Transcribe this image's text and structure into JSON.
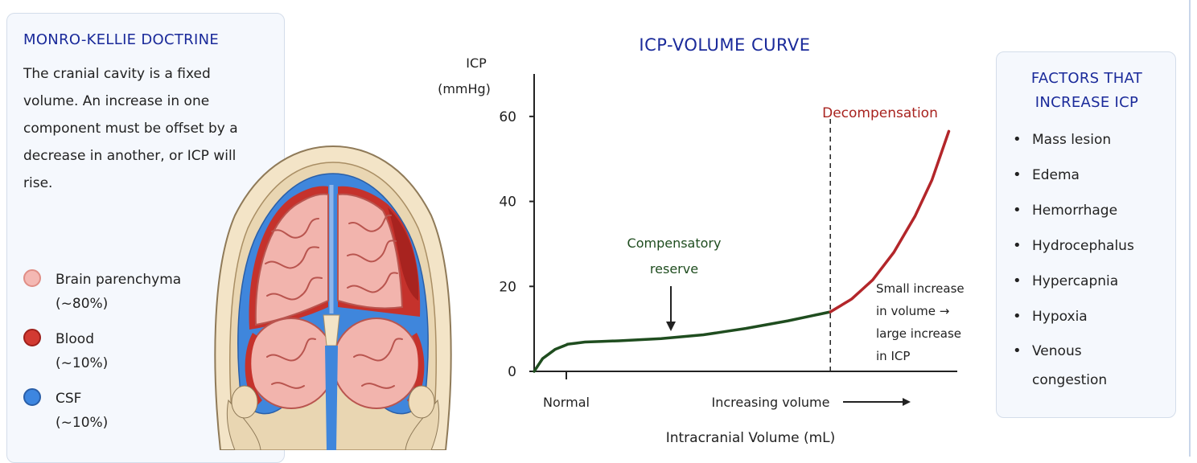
{
  "left_panel": {
    "title": "MONRO-KELLIE DOCTRINE",
    "description": "The cranial cavity is a fixed volume. An increase in one component must be offset by a decrease in another, or ICP will rise.",
    "legend": [
      {
        "label": "Brain parenchyma",
        "share": "(~80%)",
        "color": "#f4b8b3"
      },
      {
        "label": "Blood",
        "share": "(~10%)",
        "color": "#d23a32"
      },
      {
        "label": "CSF",
        "share": "(~10%)",
        "color": "#3d86e0"
      }
    ]
  },
  "chart_data": {
    "type": "line",
    "title": "ICP-VOLUME CURVE",
    "ylabel": "ICP (mmHg)",
    "xlabel": "Intracranial Volume (mL)",
    "yticks": [
      0,
      20,
      40,
      60
    ],
    "ylim": [
      0,
      70
    ],
    "xlim": [
      0,
      100
    ],
    "x_tick_labels": [
      "Normal",
      "Increasing volume"
    ],
    "series": [
      {
        "segment": "compensatory",
        "color": "#1f4d1f",
        "x": [
          0,
          2,
          5,
          8,
          12,
          20,
          30,
          40,
          50,
          60,
          70
        ],
        "y": [
          0,
          3,
          5.2,
          6.4,
          6.9,
          7.2,
          7.7,
          8.6,
          10.1,
          11.9,
          14
        ]
      },
      {
        "segment": "decompensation",
        "color": "#b3262a",
        "x": [
          70,
          75,
          80,
          85,
          90,
          94,
          98
        ],
        "y": [
          14,
          17,
          21.5,
          28,
          36.5,
          45,
          56.5
        ]
      }
    ],
    "threshold_x": 70,
    "annotations": {
      "compensatory": [
        "Compensatory",
        "reserve"
      ],
      "decompensation": "Decompensation",
      "note": [
        "Small increase",
        "in volume →",
        "large increase",
        "in ICP"
      ]
    }
  },
  "right_panel": {
    "title_lines": [
      "FACTORS THAT",
      "INCREASE ICP"
    ],
    "factors": [
      "Mass lesion",
      "Edema",
      "Hemorrhage",
      "Hydrocephalus",
      "Hypercapnia",
      "Hypoxia",
      "Venous congestion"
    ]
  }
}
